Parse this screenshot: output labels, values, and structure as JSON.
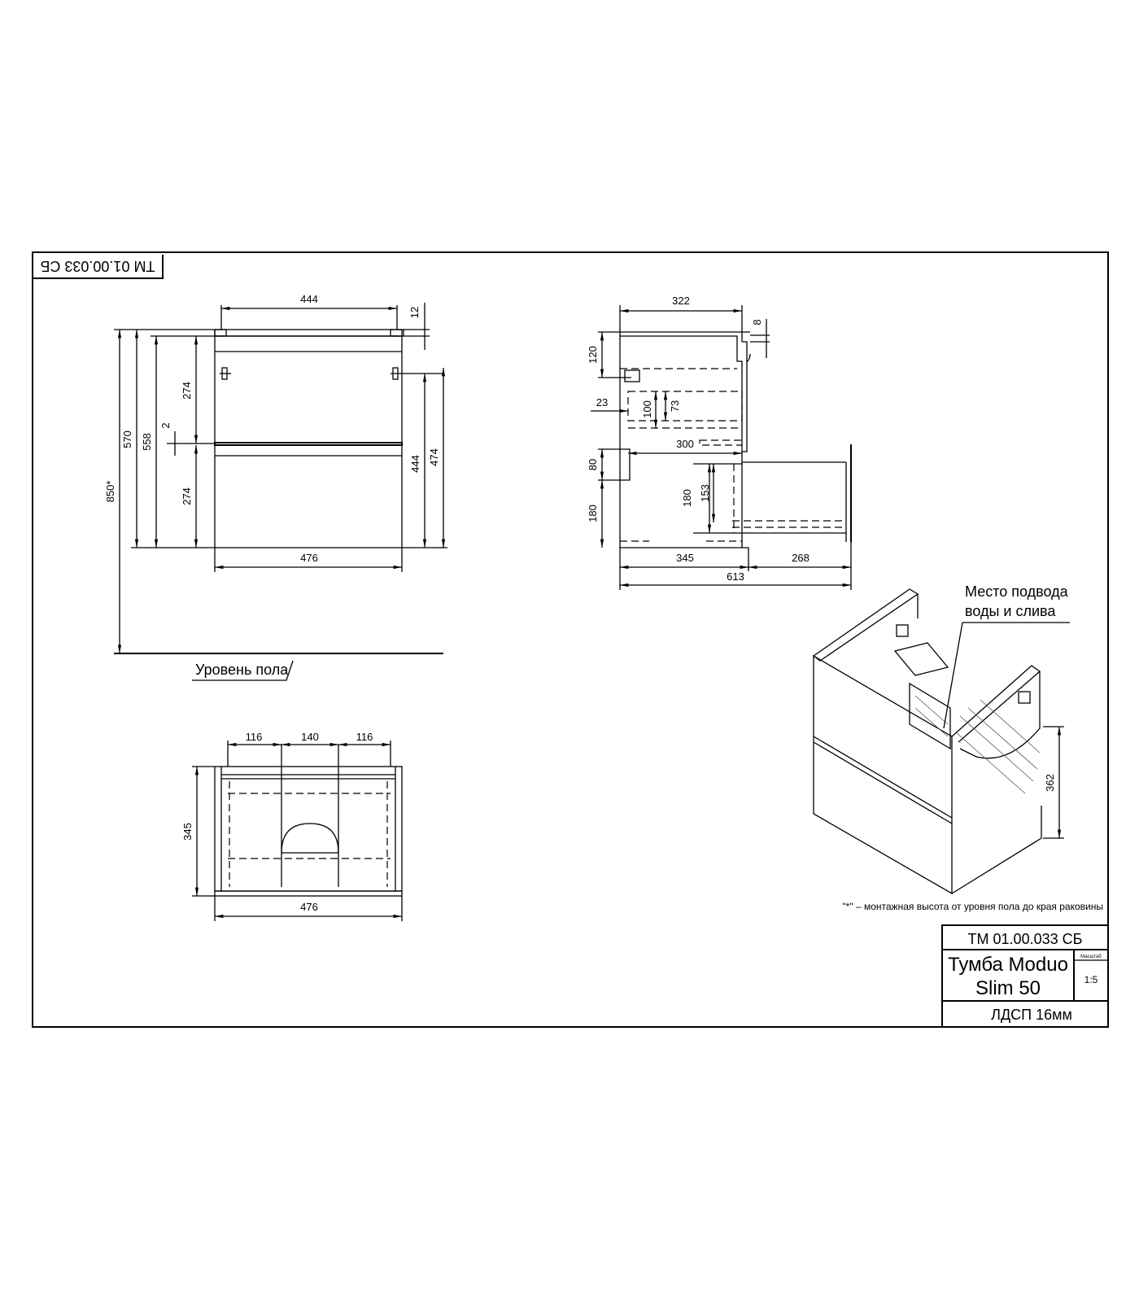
{
  "stamp_code_rotated": "ТМ 01.00.033 СБ",
  "front_view": {
    "dims": {
      "top_width": "444",
      "top_thickness": "12",
      "total_height": "850*",
      "height_570": "570",
      "height_558": "558",
      "drawer_upper": "274",
      "drawer_lower": "274",
      "gap": "2",
      "mount_444": "444",
      "mount_474": "474",
      "width": "476"
    },
    "floor_label": "Уровень пола"
  },
  "side_view": {
    "dims": {
      "depth_top": "322",
      "top_8": "8",
      "d120": "120",
      "d23": "23",
      "d100": "100",
      "d73": "73",
      "d300": "300",
      "d80": "80",
      "d180_left": "180",
      "d180": "180",
      "d153": "153",
      "d345": "345",
      "d268": "268",
      "d613": "613"
    }
  },
  "plan_view": {
    "dims": {
      "left": "116",
      "center": "140",
      "right": "116",
      "depth": "345",
      "width": "476"
    }
  },
  "iso_view": {
    "callout": [
      "Место подвода",
      "воды и слива"
    ],
    "dim_362": "362"
  },
  "footnote": "\"*\" – монтажная высота от уровня пола до края раковины",
  "title_block": {
    "code": "ТМ 01.00.033 СБ",
    "name_line1": "Тумба Moduo",
    "name_line2": "Slim 50",
    "scale_label": "Масштаб",
    "scale_value": "1:5",
    "material": "ЛДСП 16мм"
  }
}
